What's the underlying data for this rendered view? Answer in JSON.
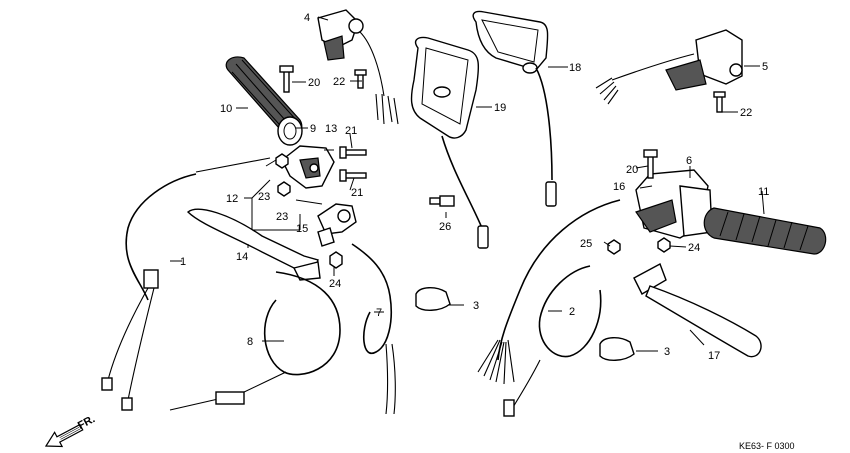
{
  "labels": {
    "p1": "1",
    "p2": "2",
    "p3a": "3",
    "p3b": "3",
    "p4": "4",
    "p5": "5",
    "p6": "6",
    "p7": "7",
    "p8": "8",
    "p9": "9",
    "p10": "10",
    "p11": "11",
    "p12": "12",
    "p13": "13",
    "p14": "14",
    "p15": "15",
    "p16": "16",
    "p17": "17",
    "p18": "18",
    "p19": "19",
    "p20a": "20",
    "p20b": "20",
    "p21a": "21",
    "p21b": "21",
    "p22a": "22",
    "p22b": "22",
    "p23a": "23",
    "p23b": "23",
    "p24a": "24",
    "p24b": "24",
    "p25": "25",
    "p26": "26"
  },
  "front_arrow": "FR.",
  "diagram_code": "KE63- F 0300"
}
